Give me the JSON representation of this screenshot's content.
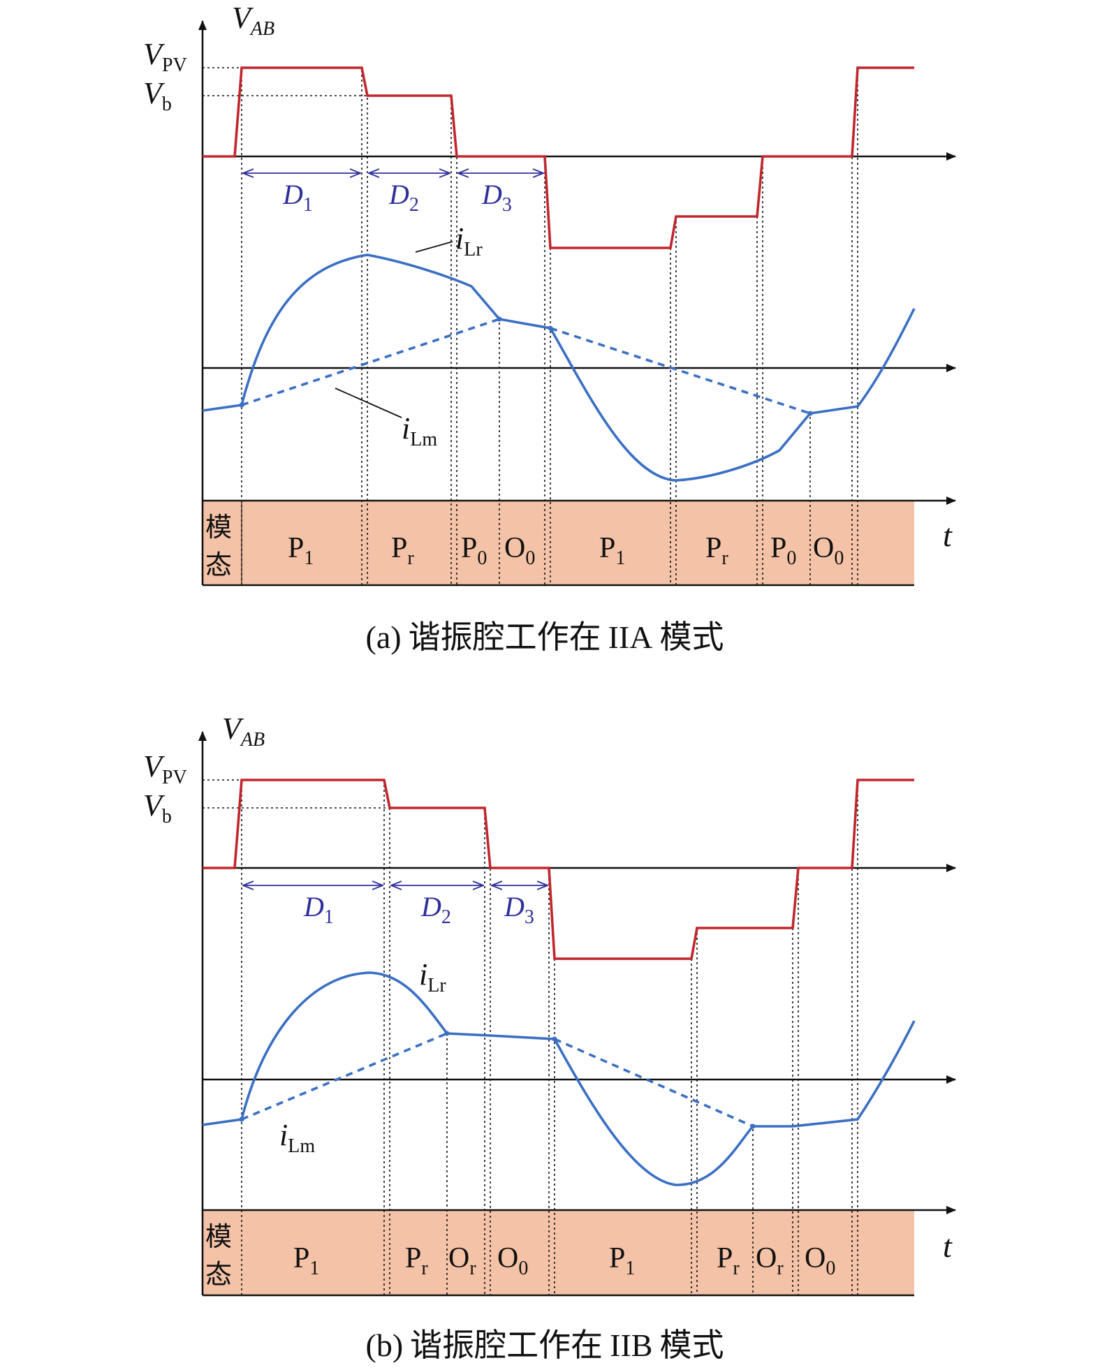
{
  "panel_a": {
    "caption_prefix": "(a)",
    "caption_cn_1": "谐振腔工作在",
    "caption_mode": "IIA",
    "caption_cn_2": "模式",
    "vab_label": "V",
    "vab_sub": "AB",
    "vpv_label": "V",
    "vpv_sub": "PV",
    "vb_label": "V",
    "vb_sub": "b",
    "ilr_label": "i",
    "ilr_sub": "Lr",
    "ilm_label": "i",
    "ilm_sub": "Lm",
    "t_label": "t",
    "mode_row_label_1": "模",
    "mode_row_label_2": "态",
    "durations": [
      {
        "letter": "D",
        "sub": "1"
      },
      {
        "letter": "D",
        "sub": "2"
      },
      {
        "letter": "D",
        "sub": "3"
      }
    ],
    "modes": [
      {
        "letter": "P",
        "sub": "1"
      },
      {
        "letter": "P",
        "sub": "r"
      },
      {
        "letter": "P",
        "sub": "0"
      },
      {
        "letter": "O",
        "sub": "0"
      },
      {
        "letter": "P",
        "sub": "1"
      },
      {
        "letter": "P",
        "sub": "r"
      },
      {
        "letter": "P",
        "sub": "0"
      },
      {
        "letter": "O",
        "sub": "0"
      }
    ]
  },
  "panel_b": {
    "caption_prefix": "(b)",
    "caption_cn_1": "谐振腔工作在",
    "caption_mode": "IIB",
    "caption_cn_2": "模式",
    "vab_label": "V",
    "vab_sub": "AB",
    "vpv_label": "V",
    "vpv_sub": "PV",
    "vb_label": "V",
    "vb_sub": "b",
    "ilr_label": "i",
    "ilr_sub": "Lr",
    "ilm_label": "i",
    "ilm_sub": "Lm",
    "t_label": "t",
    "mode_row_label_1": "模",
    "mode_row_label_2": "态",
    "durations": [
      {
        "letter": "D",
        "sub": "1"
      },
      {
        "letter": "D",
        "sub": "2"
      },
      {
        "letter": "D",
        "sub": "3"
      }
    ],
    "modes": [
      {
        "letter": "P",
        "sub": "1"
      },
      {
        "letter": "P",
        "sub": "r"
      },
      {
        "letter": "O",
        "sub": "r"
      },
      {
        "letter": "O",
        "sub": "0"
      },
      {
        "letter": "P",
        "sub": "1"
      },
      {
        "letter": "P",
        "sub": "r"
      },
      {
        "letter": "O",
        "sub": "r"
      },
      {
        "letter": "O",
        "sub": "0"
      }
    ]
  },
  "colors": {
    "vab_trace": "#c0272d",
    "current_trace": "#3a6fc4",
    "duration_arrows": "#2e2e9a",
    "mode_bar_fill": "#f4c3a7"
  }
}
